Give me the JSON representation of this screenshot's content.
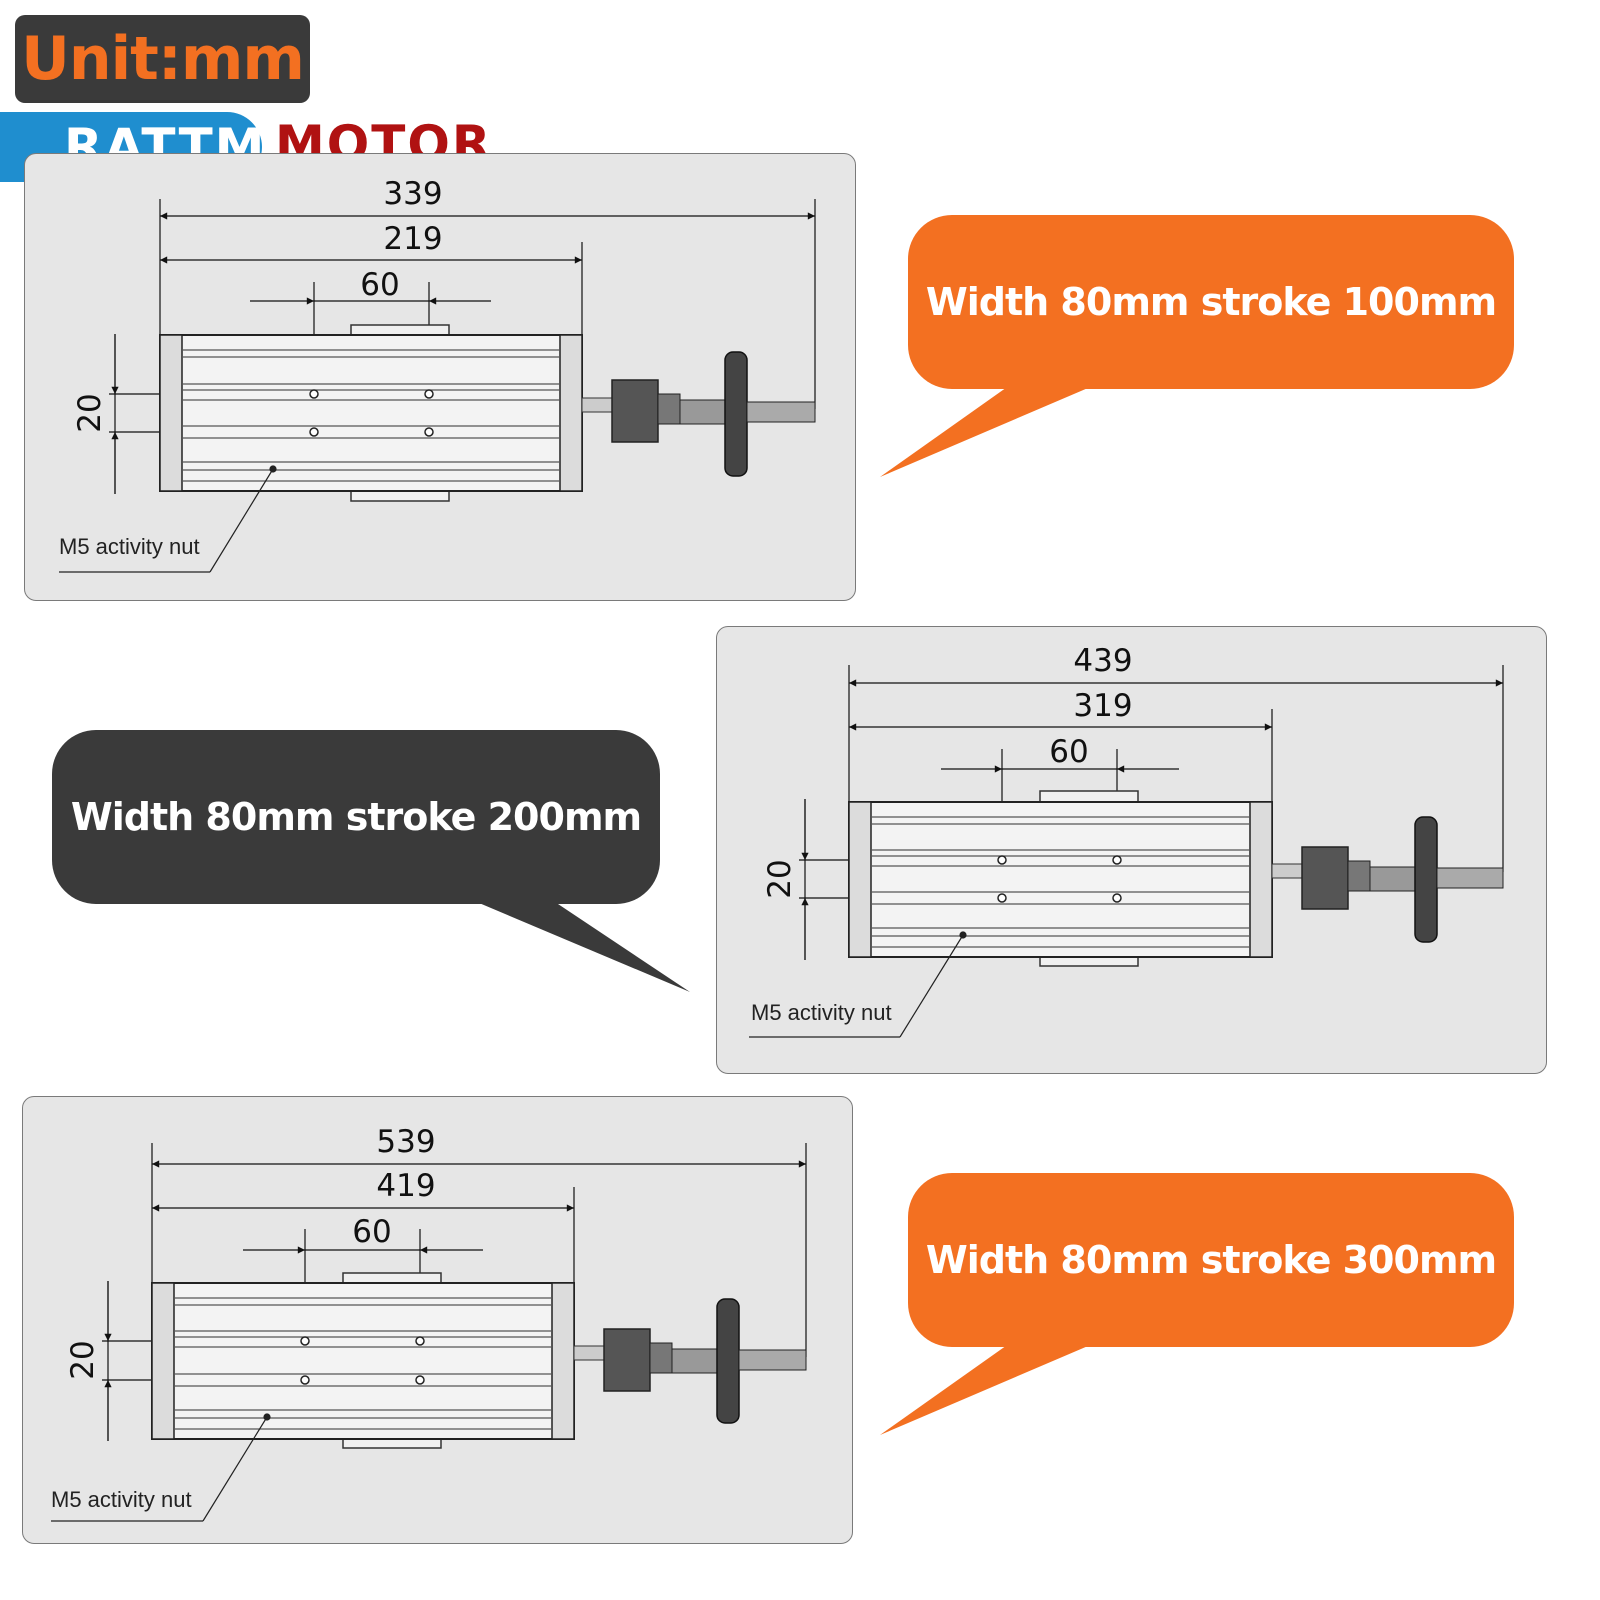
{
  "unit_label": "Unit:mm",
  "brand": {
    "left": "RATTM",
    "right": "MOTOR"
  },
  "colors": {
    "orange": "#f37021",
    "dark": "#3a3a3a",
    "brand_blue": "#1f8ecf",
    "brand_red": "#b01212"
  },
  "drawings": [
    {
      "overall": "339",
      "body": "219",
      "hole_spacing": "60",
      "row_spacing": "20",
      "note": "M5 activity nut"
    },
    {
      "overall": "439",
      "body": "319",
      "hole_spacing": "60",
      "row_spacing": "20",
      "note": "M5 activity nut"
    },
    {
      "overall": "539",
      "body": "419",
      "hole_spacing": "60",
      "row_spacing": "20",
      "note": "M5 activity nut"
    }
  ],
  "callouts": [
    {
      "text": "Width 80mm stroke 100mm"
    },
    {
      "text": "Width 80mm stroke 200mm"
    },
    {
      "text": "Width 80mm stroke 300mm"
    }
  ]
}
